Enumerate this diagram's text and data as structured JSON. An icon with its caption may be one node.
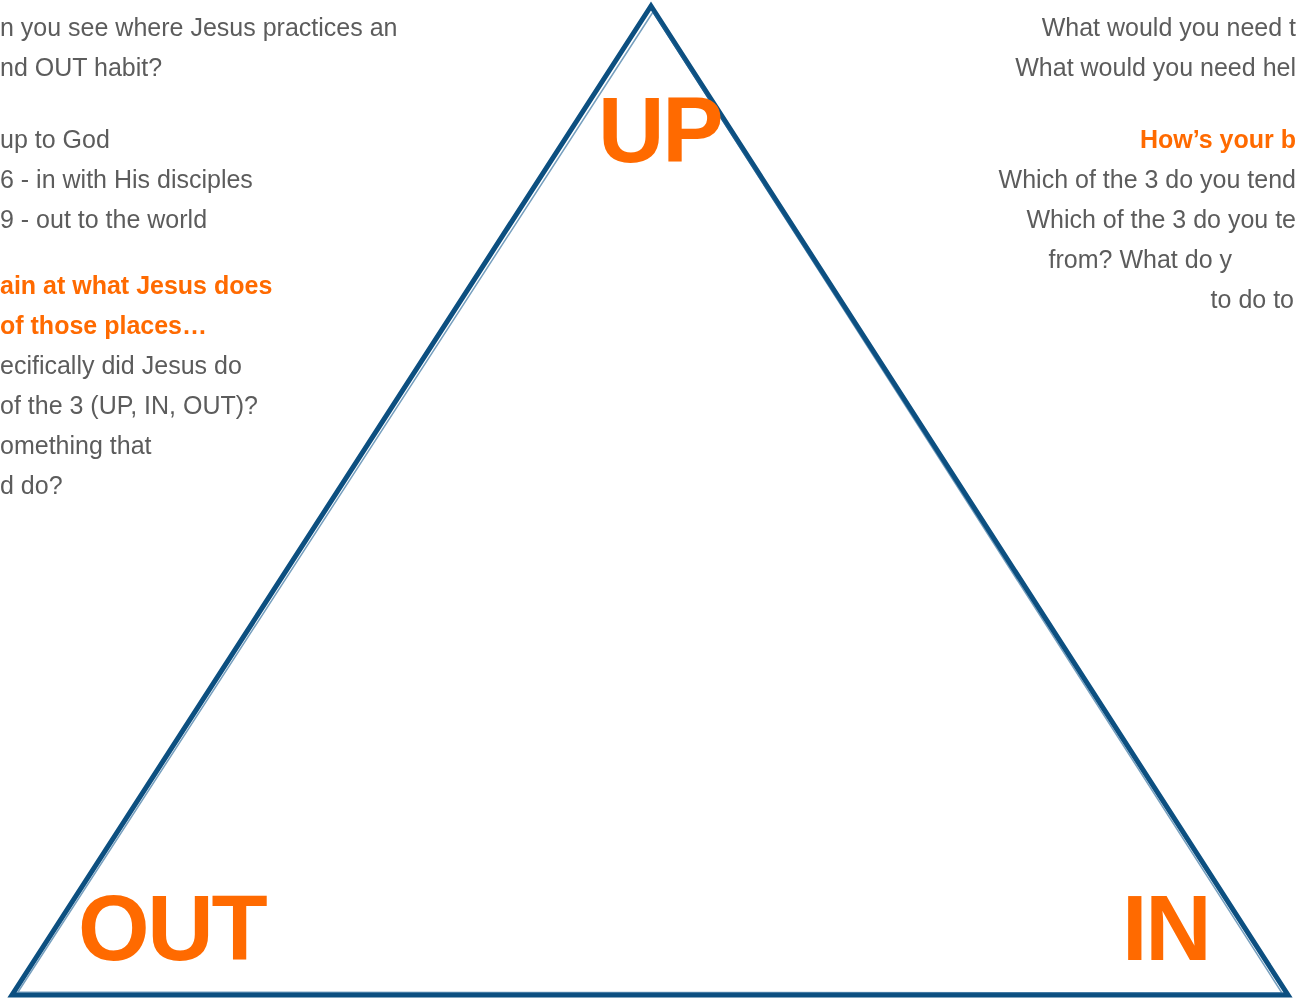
{
  "diagram": {
    "labels": [
      "n you see where Jesus practices an",
      "nd OUT habit?",
      "up to God",
      "6 - in with His disciples",
      "9 - out to the world",
      "ain at what Jesus does",
      "of those places…",
      "ecifically did Jesus do",
      "of the 3 (UP, IN, OUT)?",
      "omething that",
      "d do?",
      "UP",
      "What would you need t",
      "What would you need hel",
      "How’s your b",
      "Which of the 3 do you tend",
      "Which of the 3 do you te",
      "from? What do y",
      "to do to",
      "OUT",
      "IN"
    ]
  }
}
